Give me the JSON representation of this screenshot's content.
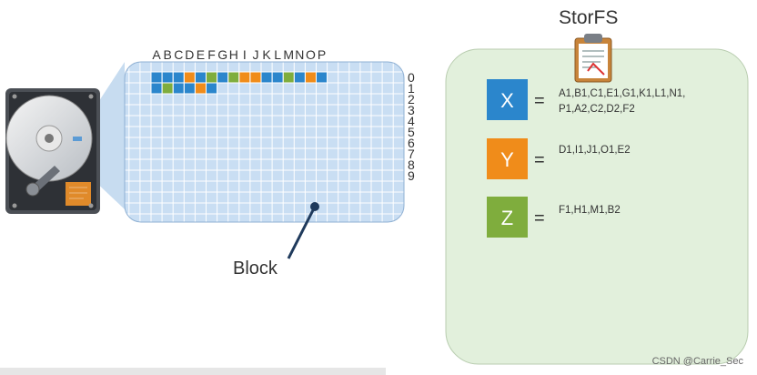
{
  "grid": {
    "columns": [
      "A",
      "B",
      "C",
      "D",
      "E",
      "F",
      "G",
      "H",
      "I",
      "J",
      "K",
      "L",
      "M",
      "N",
      "O",
      "P"
    ],
    "rows": [
      "0",
      "1",
      "2",
      "3",
      "4",
      "5",
      "6",
      "7",
      "8",
      "9"
    ],
    "cell_colors": {
      "X": "#2b86cc",
      "Y": "#f08c1a",
      "Z": "#7fad3d"
    },
    "filled_cells": [
      {
        "col": "A",
        "row": "0",
        "file": "X"
      },
      {
        "col": "B",
        "row": "0",
        "file": "X"
      },
      {
        "col": "C",
        "row": "0",
        "file": "X"
      },
      {
        "col": "D",
        "row": "0",
        "file": "Y"
      },
      {
        "col": "E",
        "row": "0",
        "file": "X"
      },
      {
        "col": "F",
        "row": "0",
        "file": "Z"
      },
      {
        "col": "G",
        "row": "0",
        "file": "X"
      },
      {
        "col": "H",
        "row": "0",
        "file": "Z"
      },
      {
        "col": "I",
        "row": "0",
        "file": "Y"
      },
      {
        "col": "J",
        "row": "0",
        "file": "Y"
      },
      {
        "col": "K",
        "row": "0",
        "file": "X"
      },
      {
        "col": "L",
        "row": "0",
        "file": "X"
      },
      {
        "col": "M",
        "row": "0",
        "file": "Z"
      },
      {
        "col": "N",
        "row": "0",
        "file": "X"
      },
      {
        "col": "O",
        "row": "0",
        "file": "Y"
      },
      {
        "col": "P",
        "row": "0",
        "file": "X"
      },
      {
        "col": "A",
        "row": "1",
        "file": "X"
      },
      {
        "col": "B",
        "row": "1",
        "file": "Z"
      },
      {
        "col": "C",
        "row": "1",
        "file": "X"
      },
      {
        "col": "D",
        "row": "1",
        "file": "X"
      },
      {
        "col": "E",
        "row": "1",
        "file": "Y"
      },
      {
        "col": "F",
        "row": "1",
        "file": "X"
      }
    ]
  },
  "block_label": "Block",
  "storfs": {
    "title": "StorFS",
    "icon": "clipboard-icon",
    "panel_color": "#e2f0dc",
    "equals": "=",
    "files": [
      {
        "letter": "X",
        "color": "#2b86cc",
        "line1": "A1,B1,C1,E1,G1,K1,L1,N1,",
        "line2": "P1,A2,C2,D2,F2"
      },
      {
        "letter": "Y",
        "color": "#f08c1a",
        "line1": "D1,I1,J1,O1,E2",
        "line2": ""
      },
      {
        "letter": "Z",
        "color": "#7fad3d",
        "line1": "F1,H1,M1,B2",
        "line2": ""
      }
    ]
  },
  "watermark": "CSDN @Carrie_Sec"
}
